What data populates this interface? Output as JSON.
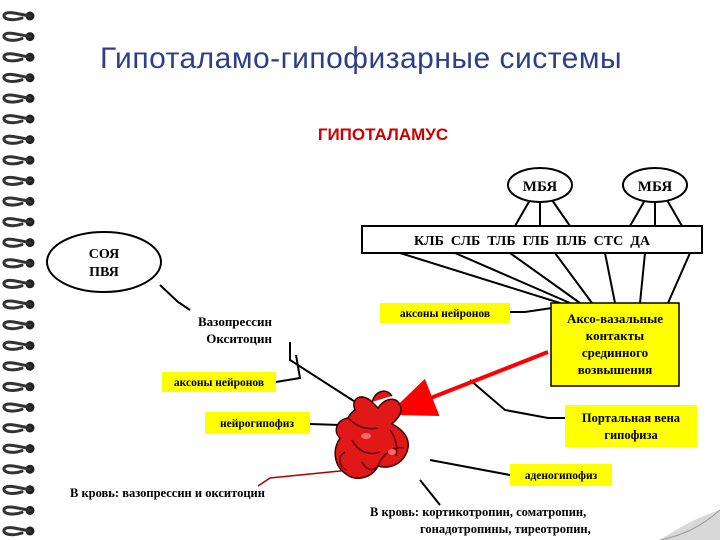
{
  "title": "Гипоталамо-гипофизарные системы",
  "diagram": {
    "hypothalamus_label": "ГИПОТАЛАМУС",
    "mbya_left": "МБЯ",
    "mbya_right": "МБЯ",
    "nuclei_row": "КЛБ  СЛБ  ТЛБ  ГЛБ  ПЛБ  СТС  ДА",
    "soya": "СОЯ",
    "pvya": "ПВЯ",
    "vasopressin": "Вазопрессин",
    "oxytocin": "Окситоцин",
    "axons_top": "аксоны нейронов",
    "axons_left": "аксоны нейронов",
    "neurohypophysis": "нейрогипофиз",
    "akso_line1": "Аксо-вазальные",
    "akso_line2": "контакты",
    "akso_line3": "срединного",
    "akso_line4": "возвышения",
    "portal_line1": "Портальная вена",
    "portal_line2": "гипофиза",
    "adenohypophysis": "аденогипофиз",
    "blood_left": "В кровь:  вазопрессин и окситоцин",
    "blood_right_line1": "В кровь:  кортикотропин, соматропин,",
    "blood_right_line2": "гонадотропины, тиреотропин,"
  },
  "colors": {
    "title": "#2c3e8c",
    "hypothalamus_label": "#cc0000",
    "highlight_box": "#ffff00",
    "pituitary": "#e01818",
    "red_arrow": "#ff0000"
  }
}
